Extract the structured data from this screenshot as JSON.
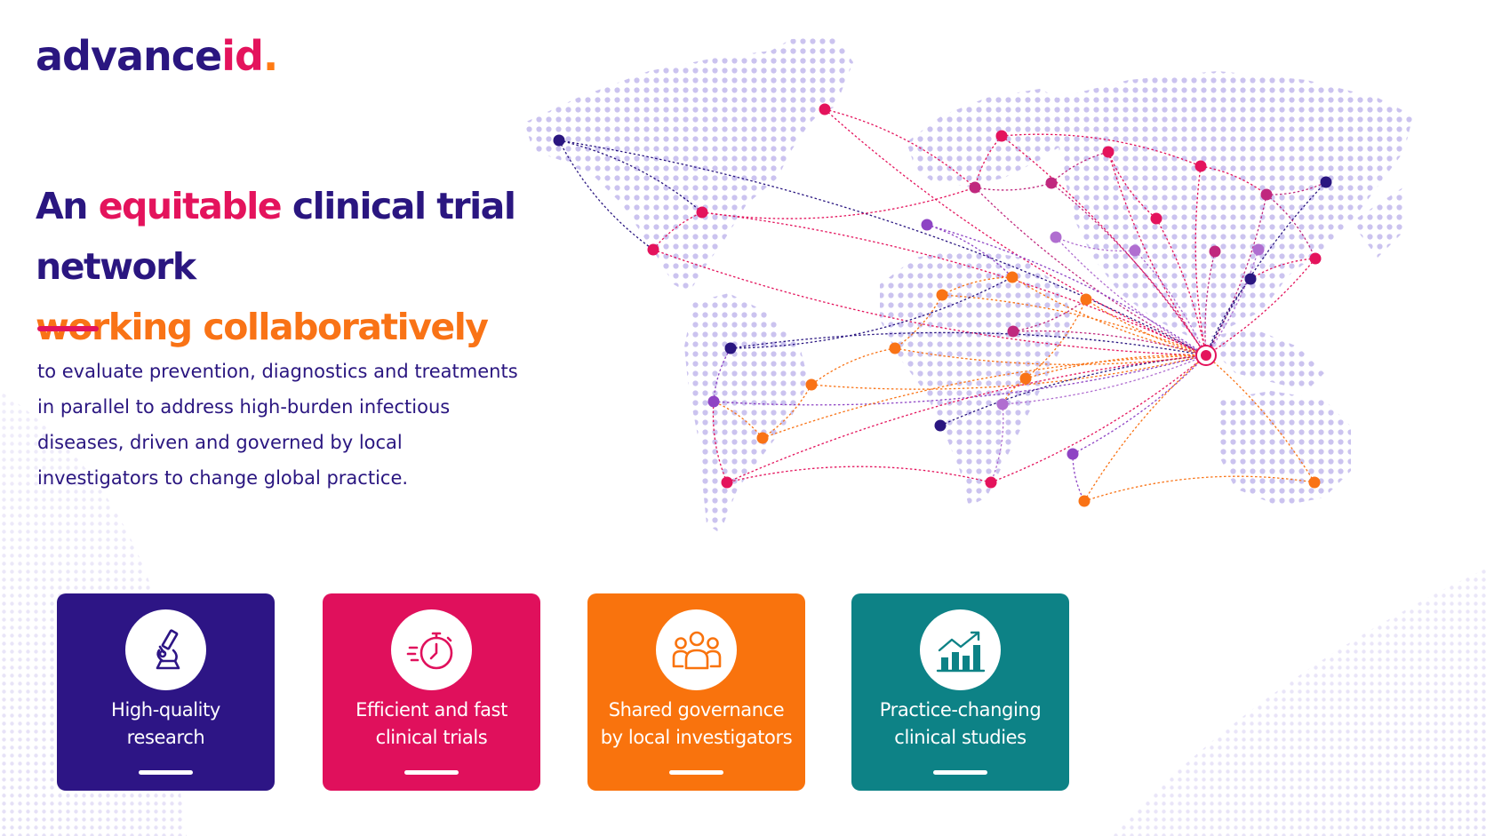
{
  "logo": {
    "part1": "advance",
    "part2": "id",
    "part3": "."
  },
  "headline": {
    "line1_pre": "An ",
    "line1_highlight": "equitable",
    "line1_post": " clinical trial network",
    "line2": "working collaboratively"
  },
  "description": {
    "lines": [
      "to evaluate prevention, diagnostics and treatments",
      "in parallel to address high-burden infectious",
      "diseases, driven and governed by local",
      "investigators to change global practice."
    ]
  },
  "colors": {
    "navy": "#2a1680",
    "pink": "#e4135c",
    "orange": "#f97316",
    "teal": "#0d8286",
    "map_dots": "#c9c0ee"
  },
  "cards": [
    {
      "icon": "microscope-icon",
      "line1": "High-quality",
      "line2": "research",
      "color": "#2d1585"
    },
    {
      "icon": "stopwatch-icon",
      "line1": "Efficient and fast",
      "line2": "clinical trials",
      "color": "#e0105c"
    },
    {
      "icon": "people-group-icon",
      "line1": "Shared governance",
      "line2": "by local investigators",
      "color": "#f9730d"
    },
    {
      "icon": "growth-chart-icon",
      "line1": "Practice-changing",
      "line2": "clinical studies",
      "color": "#0d8286"
    }
  ]
}
